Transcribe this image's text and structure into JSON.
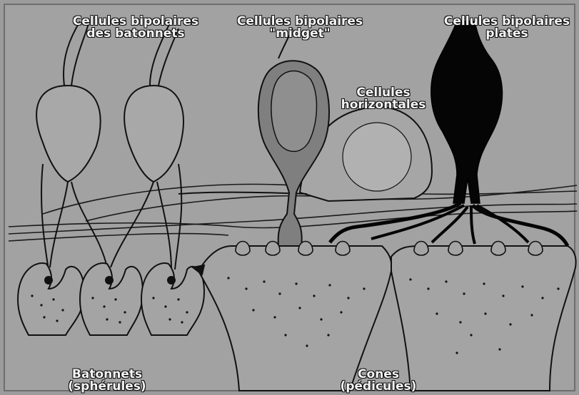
{
  "labels": {
    "rod_bipolar": [
      "Cellules bipolaires",
      "des batonnets"
    ],
    "midget_bipolar": [
      "Cellules bipolaires",
      "\"midget\""
    ],
    "flat_bipolar": [
      "Cellules bipolaires",
      "plates"
    ],
    "horizontal": [
      "Cellules",
      "horizontales"
    ],
    "rods": [
      "Batonnets",
      "(sphérules)"
    ],
    "cones": [
      "Cones",
      "(pédicules)"
    ]
  },
  "colors": {
    "background": "#9c9c9c",
    "outline": "#111111",
    "midget_fill": "#7d7d7d",
    "flat_fill": "#050505",
    "label_text": "#f4f4f4"
  }
}
